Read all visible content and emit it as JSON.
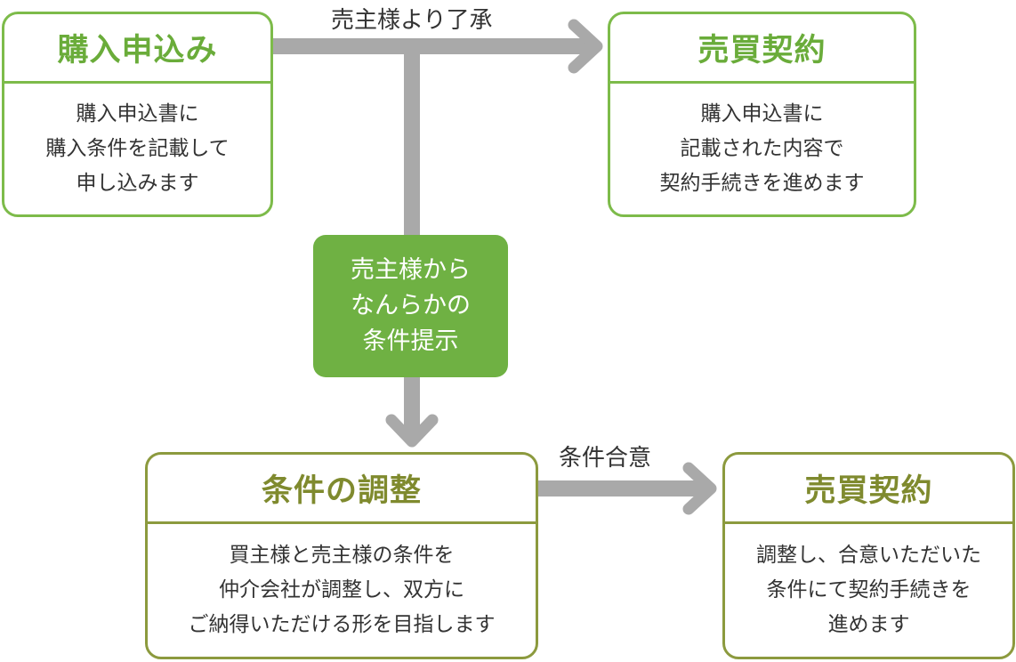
{
  "box_purchase": {
    "title": "購入申込み",
    "lines": [
      "購入申込書に",
      "購入条件を記載して",
      "申し込みます"
    ]
  },
  "box_contract_top": {
    "title": "売買契約",
    "lines": [
      "購入申込書に",
      "記載された内容で",
      "契約手続きを進めます"
    ]
  },
  "center_box": {
    "lines": [
      "売主様から",
      "なんらかの",
      "条件提示"
    ]
  },
  "box_adjust": {
    "title": "条件の調整",
    "lines": [
      "買主様と売主様の条件を",
      "仲介会社が調整し、双方に",
      "ご納得いただける形を目指します"
    ]
  },
  "box_contract_bottom": {
    "title": "売買契約",
    "lines": [
      "調整し、合意いただいた",
      "条件にて契約手続きを",
      "進めます"
    ]
  },
  "labels": {
    "top_arrow": "売主様より了承",
    "bottom_arrow": "条件合意"
  },
  "colors": {
    "green": "#7dbb4a",
    "olive": "#8c9a3e",
    "arrow": "#a9a9a9"
  }
}
